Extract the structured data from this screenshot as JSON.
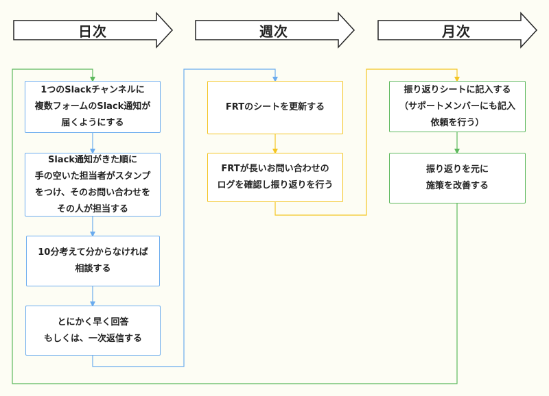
{
  "headers": {
    "daily": "日次",
    "weekly": "週次",
    "monthly": "月次"
  },
  "daily": {
    "box1": {
      "lines": [
        "1つのSlackチャンネルに",
        "複数フォームのSlack通知が",
        "届くようにする"
      ]
    },
    "box2": {
      "lines": [
        "Slack通知がきた順に",
        "手の空いた担当者がスタンプ",
        "をつけ、そのお問い合わせを",
        "その人が担当する"
      ]
    },
    "box3": {
      "lines": [
        "10分考えて分からなければ",
        "相談する"
      ]
    },
    "box4": {
      "lines": [
        "とにかく早く回答",
        "もしくは、一次返信する"
      ]
    }
  },
  "weekly": {
    "box1": {
      "lines": [
        "FRTのシートを更新する"
      ]
    },
    "box2": {
      "lines": [
        "FRTが長いお問い合わせの",
        "ログを確認し振り返りを行う"
      ]
    }
  },
  "monthly": {
    "box1": {
      "lines": [
        "振り返りシートに記入する",
        "（サポートメンバーにも記入",
        "依頼を行う）"
      ]
    },
    "box2": {
      "lines": [
        "振り返りを元に",
        "施策を改善する"
      ]
    }
  },
  "colors": {
    "daily": "#6aabee",
    "weekly": "#f4c522",
    "monthly": "#5cb85c"
  }
}
